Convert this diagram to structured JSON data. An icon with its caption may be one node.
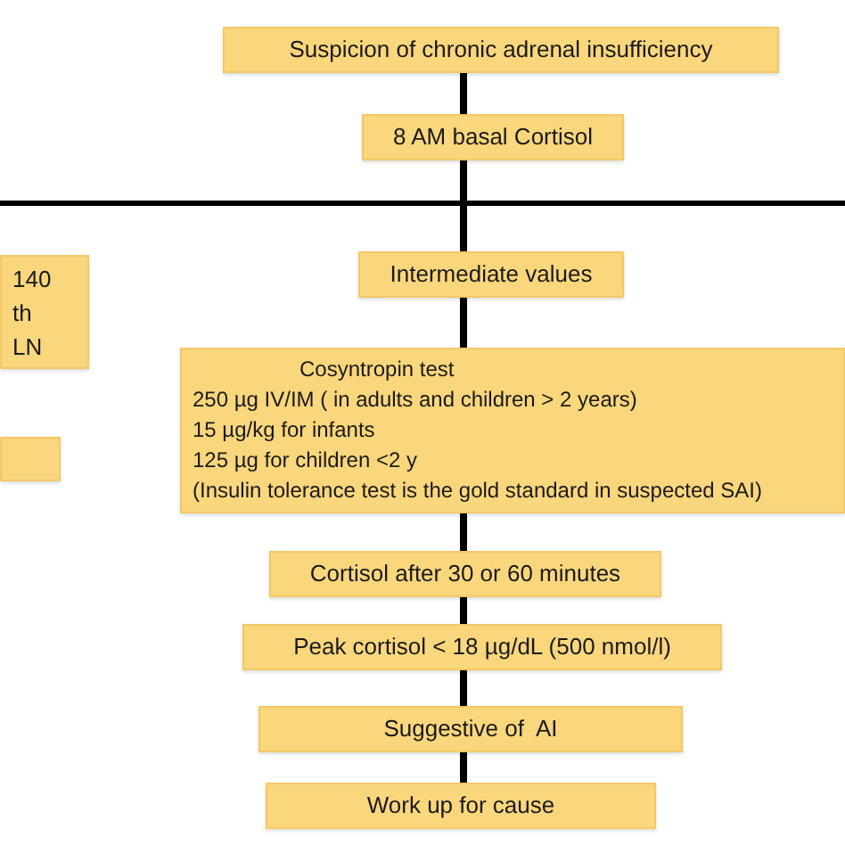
{
  "diagram": {
    "nodes": [
      {
        "text": [
          "Suspicion of chronic adrenal insufficiency"
        ]
      },
      {
        "text": [
          "8 AM basal Cortisol"
        ]
      },
      {
        "text": [
          "Intermediate values"
        ]
      },
      {
        "text": [
          "Cosyntropin test",
          "250 µg IV/IM ( in adults and children > 2 years)",
          "15 µg/kg for infants",
          "125 µg for children <2 y",
          "(Insulin tolerance test is the gold standard in suspected SAI)"
        ]
      },
      {
        "text": [
          "Cortisol after 30 or 60 minutes"
        ]
      },
      {
        "text": [
          "Peak cortisol < 18 µg/dL (500 nmol/l)"
        ]
      },
      {
        "text": [
          "Suggestive of  AI"
        ]
      },
      {
        "text": [
          "Work up for cause"
        ]
      },
      {
        "text": [
          "140",
          "th",
          "LN"
        ]
      },
      {
        "text": [],
        "shape": "box"
      }
    ],
    "edges": [
      {
        "from": 0,
        "to": 1,
        "arrow": "none"
      },
      {
        "from": 1,
        "to": 2,
        "arrow": "none"
      },
      {
        "from": 2,
        "to": 3,
        "arrow": "none"
      },
      {
        "from": 3,
        "to": 4,
        "arrow": "none"
      },
      {
        "from": 4,
        "to": 5,
        "arrow": "none"
      },
      {
        "from": 5,
        "to": 6,
        "arrow": "none"
      },
      {
        "from": 6,
        "to": 7,
        "arrow": "none"
      }
    ]
  }
}
